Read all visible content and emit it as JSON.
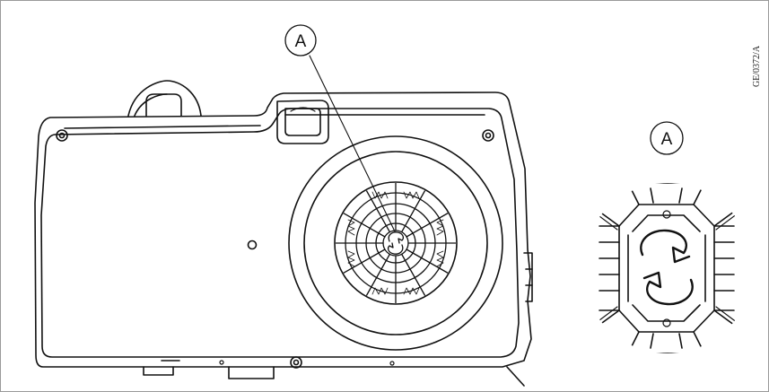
{
  "figure": {
    "reference_code": "GE/0372/A",
    "callouts": {
      "main": "A",
      "detail": "A"
    }
  },
  "colors": {
    "line": "#111111",
    "frame": "#9a9a9a",
    "background": "#ffffff"
  }
}
